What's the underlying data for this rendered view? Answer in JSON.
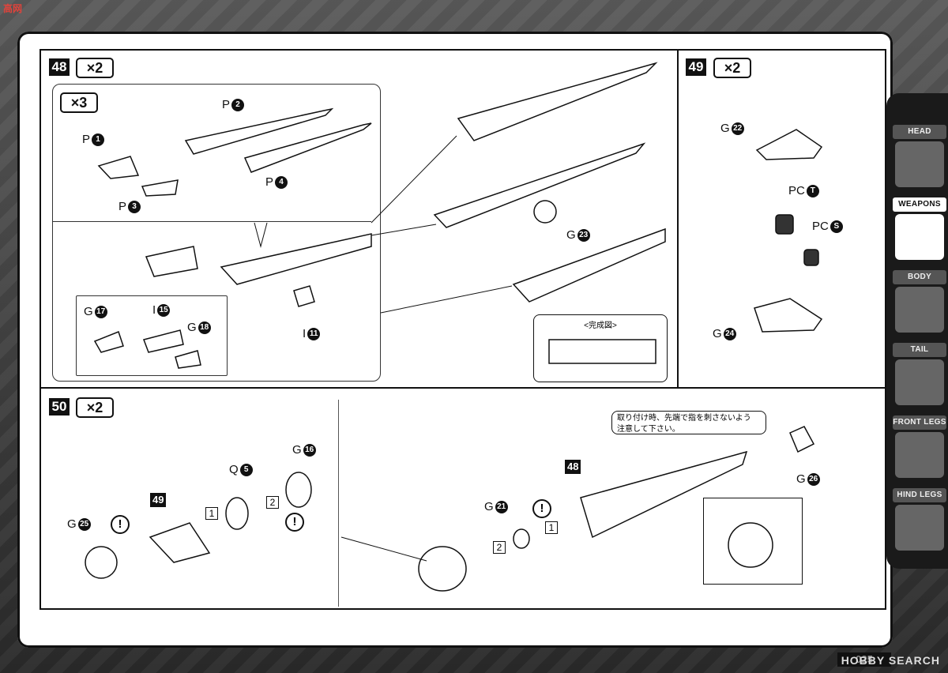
{
  "corner_mark": {
    "main": "高",
    "accent": "网"
  },
  "steps": {
    "s48": {
      "number": "48",
      "mult": "×2",
      "sub_mult": "×3"
    },
    "s49": {
      "number": "49",
      "mult": "×2"
    },
    "s50": {
      "number": "50",
      "mult": "×2"
    }
  },
  "parts48": {
    "p1": {
      "letter": "P",
      "num": "1"
    },
    "p2": {
      "letter": "P",
      "num": "2"
    },
    "p3": {
      "letter": "P",
      "num": "3"
    },
    "p4": {
      "letter": "P",
      "num": "4"
    },
    "g17": {
      "letter": "G",
      "num": "17"
    },
    "i15": {
      "letter": "I",
      "num": "15"
    },
    "g18": {
      "letter": "G",
      "num": "18"
    },
    "i11": {
      "letter": "I",
      "num": "11"
    },
    "g23": {
      "letter": "G",
      "num": "23"
    },
    "complete": "<完成図>"
  },
  "parts49": {
    "g22": {
      "letter": "G",
      "num": "22"
    },
    "pct": {
      "letter": "PC",
      "num": "T"
    },
    "pcs": {
      "letter": "PC",
      "num": "S"
    },
    "g24": {
      "letter": "G",
      "num": "24"
    }
  },
  "parts50": {
    "g16": {
      "letter": "G",
      "num": "16"
    },
    "q5": {
      "letter": "Q",
      "num": "5"
    },
    "ref49": "49",
    "g25": {
      "letter": "G",
      "num": "25"
    },
    "step1": "1",
    "step2": "2",
    "warn": "!",
    "ref48": "48",
    "g21": {
      "letter": "G",
      "num": "21"
    },
    "g26": {
      "letter": "G",
      "num": "26"
    },
    "note_line1": "取り付け時、先端で指を刺さないよう",
    "note_line2": "注意して下さい。"
  },
  "sidebar": {
    "tabs": [
      {
        "label": "HEAD",
        "active": false
      },
      {
        "label": "WEAPONS",
        "active": true
      },
      {
        "label": "BODY",
        "active": false
      },
      {
        "label": "TAIL",
        "active": false
      },
      {
        "label": "FRONT LEGS",
        "active": false
      },
      {
        "label": "HIND LEGS",
        "active": false
      }
    ]
  },
  "footer": {
    "page": "025",
    "logo": "HOBBY SEARCH"
  }
}
